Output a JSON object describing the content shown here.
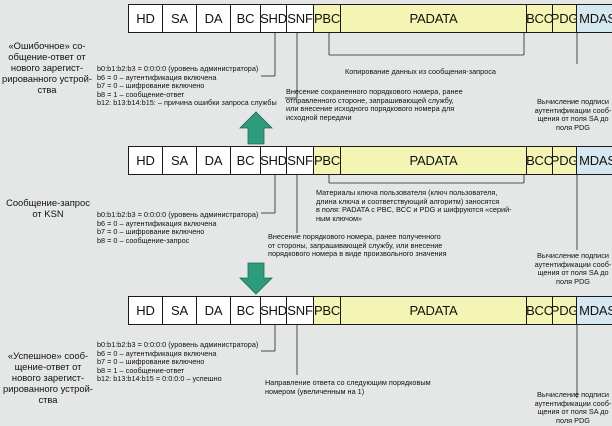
{
  "frame_fields": [
    "HD",
    "SA",
    "DA",
    "BC",
    "SHD",
    "SNF",
    "PBC",
    "PADATA",
    "BCC",
    "PDG",
    "MDAS"
  ],
  "colors": {
    "background": "#e4e7e6",
    "encrypted_fill": "#f4f5b4",
    "mdas_fill": "#d5e8ef",
    "arrow_fill": "#2f9b7d"
  },
  "block1": {
    "label": [
      "«Ошибочное» со-",
      "общение-ответ от",
      "нового зарегист-",
      "рированного устрой-",
      "ства"
    ],
    "bits": [
      "b0:b1:b2:b3 = 0:0:0:0 (уровень администратора)",
      "b6 = 0 – аутентификация включена",
      "b7 = 0 – шифрование включено",
      "b8 = 1 – сообщение-ответ",
      "b12: b13:b14:b15: – причина ошибки запроса службы"
    ],
    "copy_note": "Копирование данных из сообщения-запроса",
    "mdas_note": [
      "Вычисление подписи",
      "аутентификации сооб-",
      "щения от поля SA до",
      "поля PDG"
    ],
    "snf_note": [
      "Внесение сохраненного порядкового номера, ранее",
      "отправленного стороне, запрашивающей службу,",
      "или внесение исходного порядкового номера для",
      "исходной передачи"
    ]
  },
  "block2": {
    "label": [
      "Сообщение-запрос",
      "от KSN"
    ],
    "bits": [
      "b0:b1:b2:b3 = 0:0:0:0 (уровень администратора)",
      "b6 = 0 – аутентификация включена",
      "b7 = 0 – шифрование включено",
      "b8 = 0 – сообщение-запрос"
    ],
    "key_note": [
      "Материалы ключа пользователя (ключ пользователя,",
      "длина ключа и соответствующий алгоритм) заносятся",
      "в поля: PADATA с PBC, BCC и PDG и шифруются «серий-",
      "ным ключом»"
    ],
    "mdas_note": [
      "Вычисление подписи",
      "аутентификации сооб-",
      "щения от поля SA до",
      "поля PDG"
    ],
    "snf_note": [
      "Внесение порядкового номера, ранее полученного",
      "от стороны, запрашивающей службу, или внесение",
      "порядкового номера в виде произвольного значения"
    ]
  },
  "block3": {
    "label": [
      "«Успешное» сооб-",
      "щение-ответ от",
      "нового зарегист-",
      "рированного устрой-",
      "ства"
    ],
    "bits": [
      "b0:b1:b2:b3 = 0:0:0:0 (уровень администратора)",
      "b6 = 0 – аутентификация включена",
      "b7 = 0 – шифрование включено",
      "b8 = 1 – сообщение-ответ",
      "b12: b13:b14:b15 = 0:0:0:0 – успешно"
    ],
    "snf_note": [
      "Направление ответа со следующим порядковым",
      "номером (увеличенным на 1)"
    ],
    "mdas_note": [
      "Вычисление подписи",
      "аутентификации сооб-",
      "щения от поля SA до",
      "поля PDG"
    ]
  }
}
